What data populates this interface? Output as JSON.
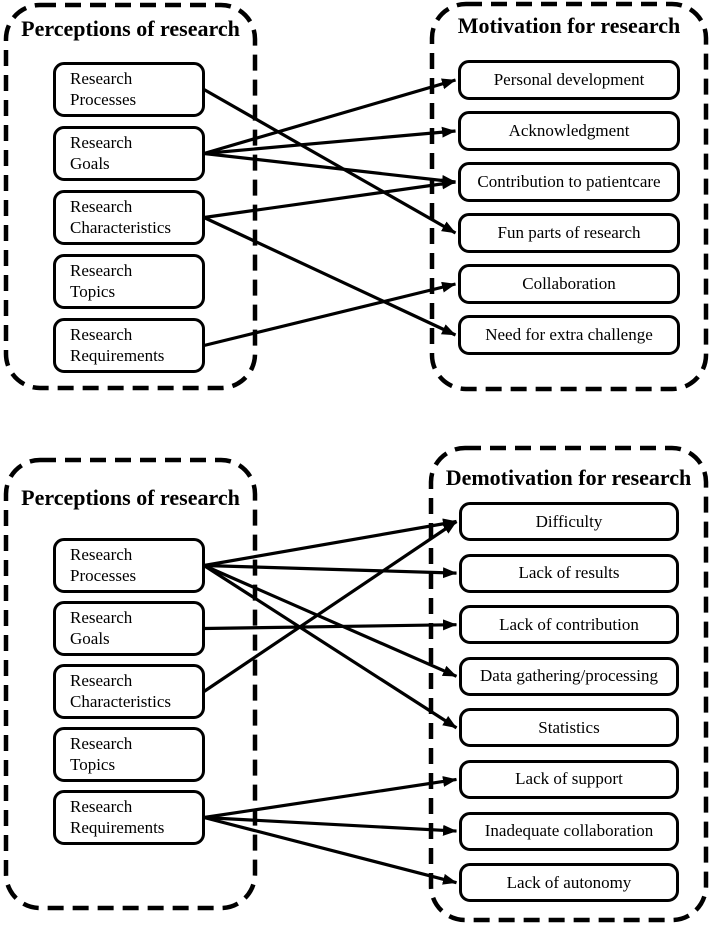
{
  "figure": {
    "colors": {
      "ink": "#000000",
      "background": "#ffffff"
    }
  },
  "diagrams": [
    {
      "name": "motivation",
      "left_panel": {
        "title": "Perceptions of research",
        "items": [
          "Research Processes",
          "Research Goals",
          "Research Characteristics",
          "Research Topics",
          "Research Requirements"
        ]
      },
      "right_panel": {
        "title": "Motivation for research",
        "items": [
          "Personal development",
          "Acknowledgment",
          "Contribution to patientcare",
          "Fun parts of research",
          "Collaboration",
          "Need for extra challenge"
        ]
      },
      "connections": [
        {
          "from": "Research Processes",
          "to": "Fun parts of research"
        },
        {
          "from": "Research Goals",
          "to": "Personal development"
        },
        {
          "from": "Research Goals",
          "to": "Acknowledgment"
        },
        {
          "from": "Research Goals",
          "to": "Contribution to patientcare"
        },
        {
          "from": "Research Characteristics",
          "to": "Contribution to patientcare"
        },
        {
          "from": "Research Characteristics",
          "to": "Need for extra challenge"
        },
        {
          "from": "Research Requirements",
          "to": "Collaboration"
        }
      ]
    },
    {
      "name": "demotivation",
      "left_panel": {
        "title": "Perceptions of research",
        "items": [
          "Research Processes",
          "Research Goals",
          "Research Characteristics",
          "Research Topics",
          "Research Requirements"
        ]
      },
      "right_panel": {
        "title": "Demotivation for research",
        "items": [
          "Difficulty",
          "Lack of results",
          "Lack of contribution",
          "Data gathering/processing",
          "Statistics",
          "Lack of support",
          "Inadequate collaboration",
          "Lack of autonomy"
        ]
      },
      "connections": [
        {
          "from": "Research Processes",
          "to": "Difficulty"
        },
        {
          "from": "Research Processes",
          "to": "Lack of results"
        },
        {
          "from": "Research Processes",
          "to": "Data gathering/processing"
        },
        {
          "from": "Research Processes",
          "to": "Statistics"
        },
        {
          "from": "Research Goals",
          "to": "Lack of contribution"
        },
        {
          "from": "Research Characteristics",
          "to": "Difficulty"
        },
        {
          "from": "Research Requirements",
          "to": "Lack of support"
        },
        {
          "from": "Research Requirements",
          "to": "Inadequate collaboration"
        },
        {
          "from": "Research Requirements",
          "to": "Lack of autonomy"
        }
      ]
    }
  ]
}
